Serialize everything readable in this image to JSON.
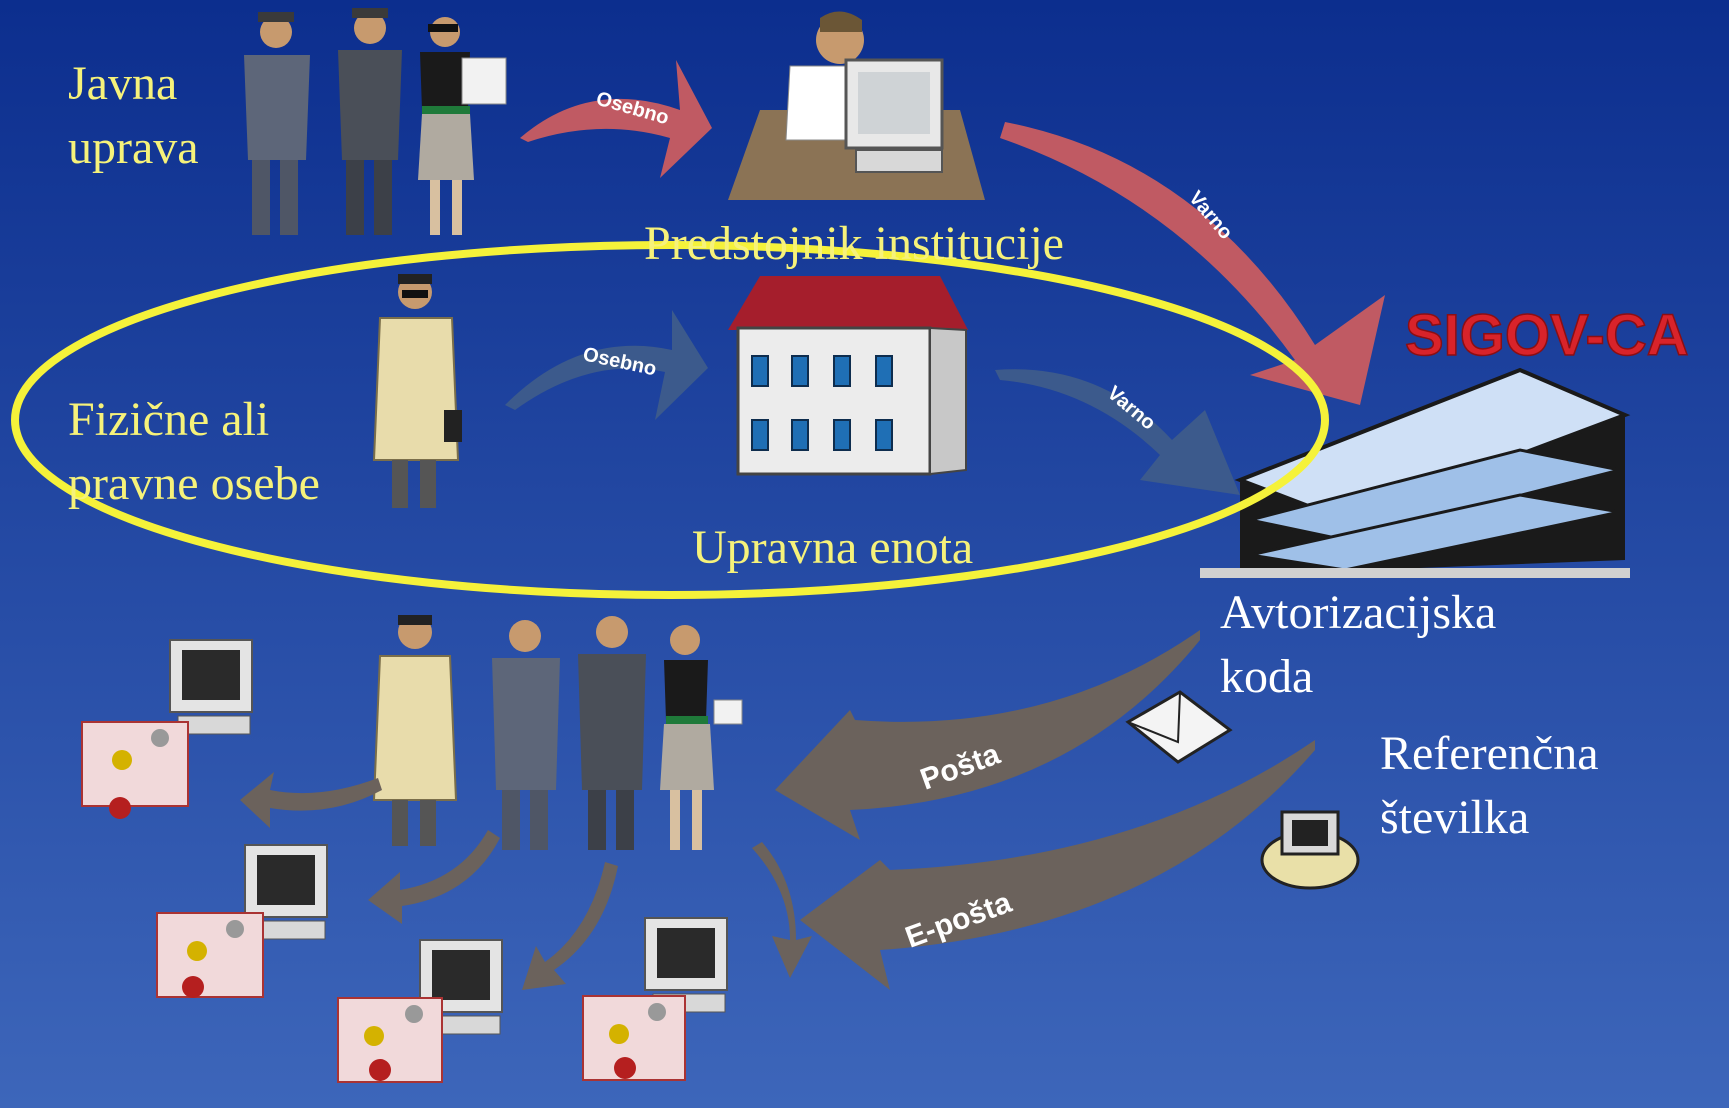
{
  "groups": {
    "javna_uprava": "Javna\nuprava",
    "predstojnik": "Predstojnik institucije",
    "fizicne_pravne": "Fizične ali\npravne osebe",
    "upravna_enota": "Upravna enota",
    "avtorizacijska": "Avtorizacijska\nkoda",
    "referencna": "Referenčna\nštevilka"
  },
  "ca_logo": "SIGOV-CA",
  "arrows": {
    "osebno_top": "Osebno",
    "varno_top": "Varno",
    "osebno_mid": "Osebno",
    "varno_mid": "Varno",
    "posta": "Pošta",
    "eposta": "E-pošta"
  },
  "colors": {
    "label_yellow": "#f6f27a",
    "highlight_ellipse": "#f5f23a",
    "arrow_red": "#c05a63",
    "arrow_blue": "#3c5a8c",
    "arrow_gray": "#6b625c",
    "logo_red": "#d8232a"
  },
  "icons": [
    "officials-group-icon",
    "director-at-computer-icon",
    "person-in-trenchcoat-icon",
    "office-building-icon",
    "ca-headquarters-icon",
    "envelope-icon",
    "phone-icon",
    "computer-with-certificate-icon"
  ]
}
